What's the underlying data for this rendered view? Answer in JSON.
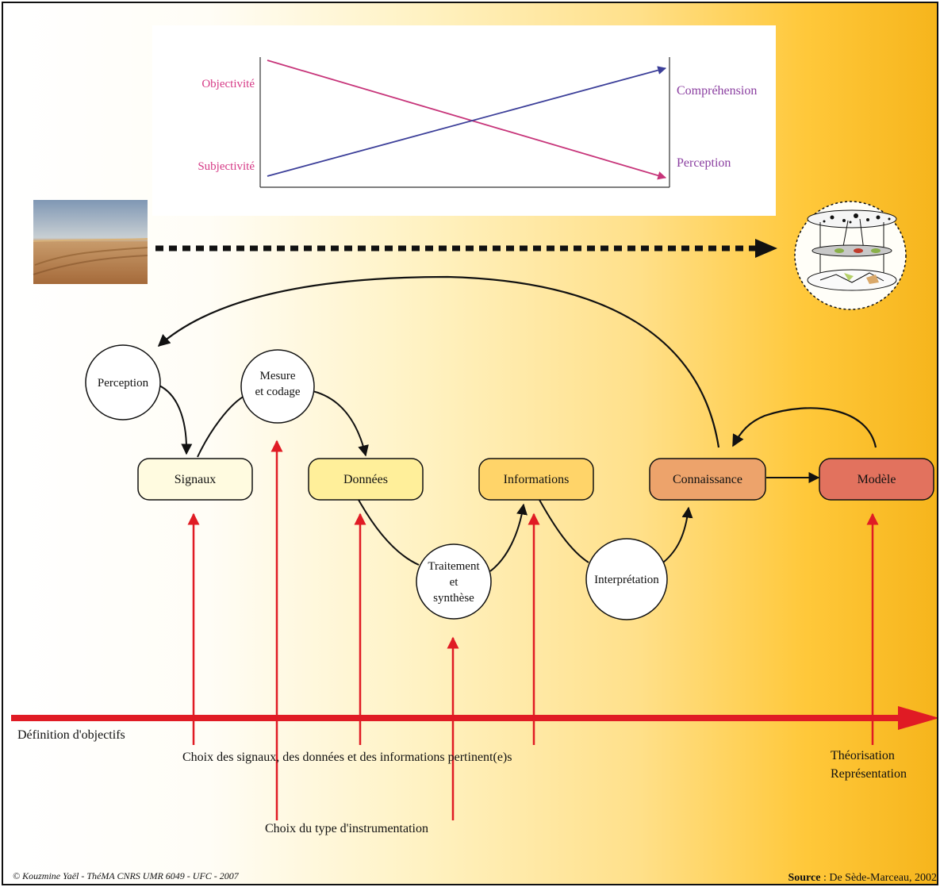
{
  "top_panel": {
    "left_top": "Objectivité",
    "left_bottom": "Subjectivité",
    "right_top": "Compréhension",
    "right_bottom": "Perception"
  },
  "nodes": {
    "signaux": "Signaux",
    "donnees": "Données",
    "informations": "Informations",
    "connaissance": "Connaissance",
    "modele": "Modèle"
  },
  "processes": {
    "perception": "Perception",
    "mesure_line1": "Mesure",
    "mesure_line2": "et codage",
    "traitement_line1": "Traitement",
    "traitement_line2": "et",
    "traitement_line3": "synthèse",
    "interpretation": "Interprétation"
  },
  "axis": {
    "objectives": "Définition d'objectifs",
    "choice_signals": "Choix des signaux, des données et des informations pertinent(e)s",
    "choice_instrument": "Choix du type d'instrumentation",
    "theorisation": "Théorisation",
    "representation": "Représentation"
  },
  "footer": {
    "copyright": "© Kouzmine Yaël - ThéMA CNRS UMR 6049 - UFC - 2007",
    "source_label": "Source",
    "source_text": " : De Sède-Marceau, 2002"
  },
  "colors": {
    "magenta": "#d63a86",
    "purple": "#8a3ea0",
    "indigo": "#3c3f99",
    "red_arrow": "#e01b24",
    "signaux_fill": "#fffbe0",
    "donnees_fill": "#ffef9a",
    "informations_fill": "#ffd469",
    "connaissance_fill": "#eda36b",
    "modele_fill": "#e2725e"
  }
}
